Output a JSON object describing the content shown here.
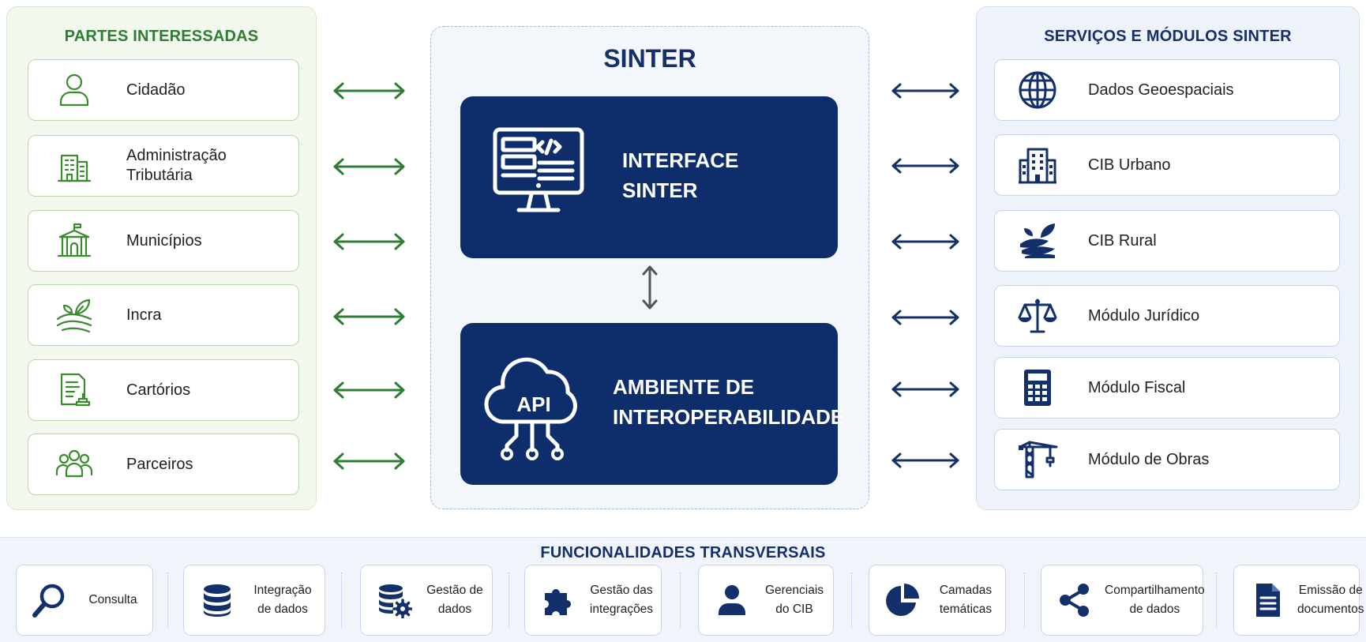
{
  "colors": {
    "stakeholder_green": "#2e7d32",
    "navy": "#0e2d6b",
    "connector_gray": "#555555"
  },
  "left": {
    "title": "PARTES INTERESSADAS",
    "items": [
      {
        "label": "Cidadão",
        "icon": "person-icon"
      },
      {
        "label": "Administração\nTributária",
        "icon": "building-icon"
      },
      {
        "label": "Municípios",
        "icon": "city-hall-icon"
      },
      {
        "label": "Incra",
        "icon": "field-leaf-icon"
      },
      {
        "label": "Cartórios",
        "icon": "document-stamp-icon"
      },
      {
        "label": "Parceiros",
        "icon": "group-icon"
      }
    ]
  },
  "center": {
    "title": "SINTER",
    "interface_label": "INTERFACE\nSINTER",
    "interface_icon": "monitor-code-icon",
    "interop_label": "AMBIENTE DE\nINTEROPERABILIDADE",
    "interop_icon": "cloud-api-icon",
    "interop_icon_text": "API"
  },
  "right": {
    "title": "SERVIÇOS E MÓDULOS SINTER",
    "items": [
      {
        "label": "Dados Geoespaciais",
        "icon": "globe-icon"
      },
      {
        "label": "CIB Urbano",
        "icon": "urban-building-icon"
      },
      {
        "label": "CIB Rural",
        "icon": "rural-land-icon"
      },
      {
        "label": "Módulo Jurídico",
        "icon": "scales-icon"
      },
      {
        "label": "Módulo Fiscal",
        "icon": "calculator-icon"
      },
      {
        "label": "Módulo de Obras",
        "icon": "crane-icon"
      }
    ]
  },
  "bottom": {
    "title": "FUNCIONALIDADES TRANSVERSAIS",
    "items": [
      {
        "label": "Consulta",
        "icon": "search-icon"
      },
      {
        "label": "Integração\nde dados",
        "icon": "database-icon"
      },
      {
        "label": "Gestão de\ndados",
        "icon": "database-gear-icon"
      },
      {
        "label": "Gestão das\nintegrações",
        "icon": "puzzle-icon"
      },
      {
        "label": "Gerenciais\ndo CIB",
        "icon": "user-icon"
      },
      {
        "label": "Camadas\ntemáticas",
        "icon": "pie-chart-icon"
      },
      {
        "label": "Compartilhamento\nde dados",
        "icon": "share-icon"
      },
      {
        "label": "Emissão de\ndocumentos",
        "icon": "document-icon"
      }
    ]
  }
}
